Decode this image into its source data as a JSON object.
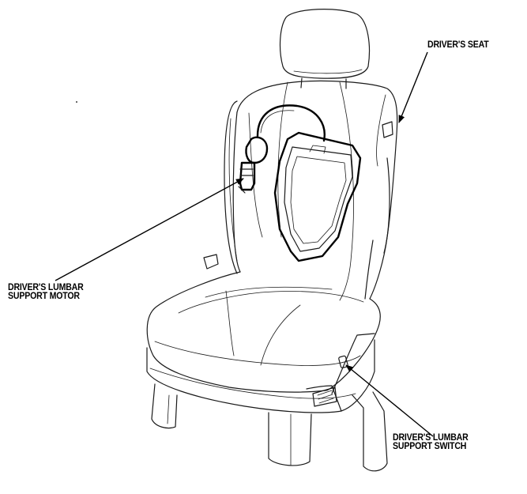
{
  "labels": {
    "drivers_seat": "DRIVER'S SEAT",
    "lumbar_motor_line1": "DRIVER'S LUMBAR",
    "lumbar_motor_line2": "SUPPORT MOTOR",
    "lumbar_switch_line1": "DRIVER'S LUMBAR",
    "lumbar_switch_line2": "SUPPORT SWITCH"
  }
}
